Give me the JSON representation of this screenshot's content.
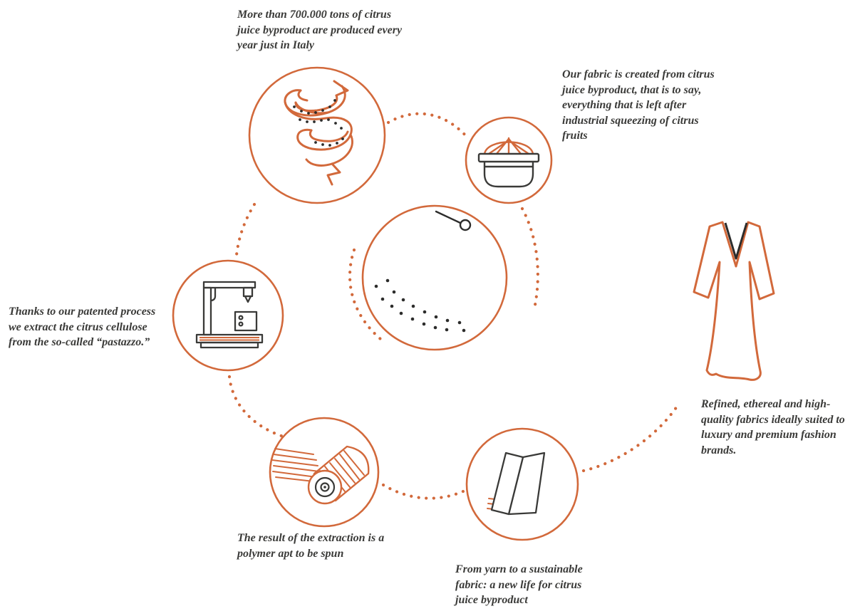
{
  "palette": {
    "accent_orange": "#d2693b",
    "ink_dark": "#3a3a38",
    "background": "#ffffff"
  },
  "diagram": {
    "captions": {
      "byproduct_tons": "More than 700.000 tons of citrus juice byproduct are produced every year just in Italy",
      "fabric_created": "Our fabric is created from citrus juice byproduct, that is to say, everything that is left after industrial squeezing of citrus fruits",
      "patented_process": "Thanks to our patented process we extract the citrus cellulose from the so-called “pastazzo.”",
      "polymer_spun": "The result of the extraction is a polymer apt to be spun",
      "yarn_to_fabric": "From  yarn to a sustainable fabric: a new life for citrus juice byproduct",
      "refined_fabrics": "Refined, ethereal and high-quality fabrics ideally suited to luxury and premium fashion brands."
    },
    "icons": {
      "citrus_peel": "citrus-peel-icon",
      "juicer": "juicer-icon",
      "orange_fruit": "orange-fruit-icon",
      "extraction_press": "extraction-press-icon",
      "yarn_roll": "yarn-roll-icon",
      "folded_fabric": "folded-fabric-icon",
      "dress": "dress-icon"
    }
  }
}
